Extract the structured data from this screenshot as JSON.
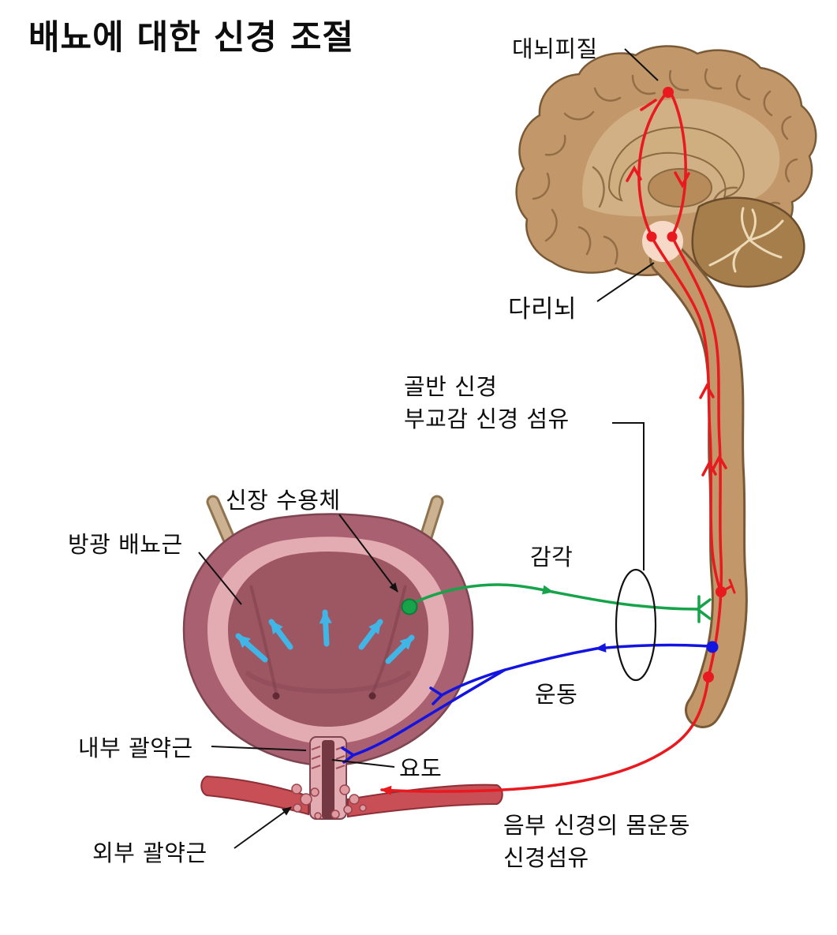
{
  "title": "배뇨에 대한 신경 조절",
  "labels": {
    "cortex": "대뇌피질",
    "pons": "다리뇌",
    "pelvic_line1": "골반 신경",
    "pelvic_line2": "부교감 신경 섬유",
    "stretch_receptor": "신장 수용체",
    "detrusor": "방광 배뇨근",
    "sensory": "감각",
    "motor": "운동",
    "internal_sphincter": "내부 괄약근",
    "urethra": "요도",
    "external_sphincter": "외부 괄약근",
    "pudendal_line1": "음부 신경의 몸운동",
    "pudendal_line2": "신경섬유"
  },
  "colors": {
    "autonomic_red_nerve": "#e8191f",
    "sensory_green_nerve": "#17a34a",
    "motor_blue_nerve": "#1414e0",
    "urine_flow_arrows": "#41b6e6",
    "brain_tan": "#c2986a",
    "cerebellum_brown": "#a67e4c",
    "bladder_wall": "#a96070",
    "bladder_lining": "#e3abb2",
    "bladder_interior": "#9d5763",
    "pelvic_floor_muscle": "#c94f57"
  }
}
